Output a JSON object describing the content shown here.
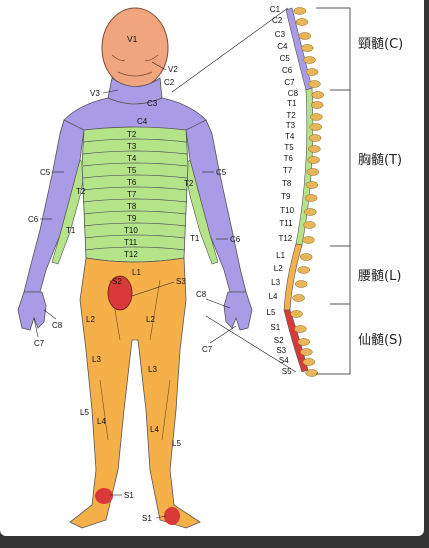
{
  "head": {
    "V1": "V1",
    "V2": "V2",
    "V3": "V3",
    "C2": "C2",
    "C3": "C3",
    "C4": "C4"
  },
  "thoracic_bands": [
    "T2",
    "T3",
    "T4",
    "T5",
    "T6",
    "T7",
    "T8",
    "T9",
    "T10",
    "T11",
    "T12"
  ],
  "body_labels": {
    "C5_left": "C5",
    "C5_right": "C5",
    "C6_left": "C6",
    "C6_right": "C6",
    "T1_left": "T1",
    "T1_right": "T1",
    "T2_left": "T2",
    "T2_right": "T2",
    "C7_left": "C7",
    "C7_right": "C7",
    "C8_left": "C8",
    "C8_right": "C8",
    "L1": "L1",
    "S2": "S2",
    "S3": "S3",
    "L2_left": "L2",
    "L2_right": "L2",
    "L3_left": "L3",
    "L3_right": "L3",
    "L4_left": "L4",
    "L4_right": "L4",
    "L5_left": "L5",
    "L5_right": "L5",
    "S1_top": "S1",
    "S1_bottom": "S1"
  },
  "spine_labels": [
    "C1",
    "C2",
    "C3",
    "C4",
    "C5",
    "C6",
    "C7",
    "C8",
    "T1",
    "T2",
    "T3",
    "T4",
    "T5",
    "T6",
    "T7",
    "T8",
    "T9",
    "T10",
    "T11",
    "T12",
    "L1",
    "L2",
    "L3",
    "L4",
    "L5",
    "S1",
    "S2",
    "S3",
    "S4",
    "S5"
  ],
  "regions": {
    "cervical": "頸髄(C)",
    "thoracic": "胸髄(T)",
    "lumbar": "腰髄(L)",
    "sacral": "仙髄(S)"
  },
  "colors": {
    "cervical": "#a99be6",
    "thoracic": "#b5e38a",
    "lumbar": "#f5b04a",
    "sacral": "#d83a3a",
    "face": "#f0a57f"
  }
}
